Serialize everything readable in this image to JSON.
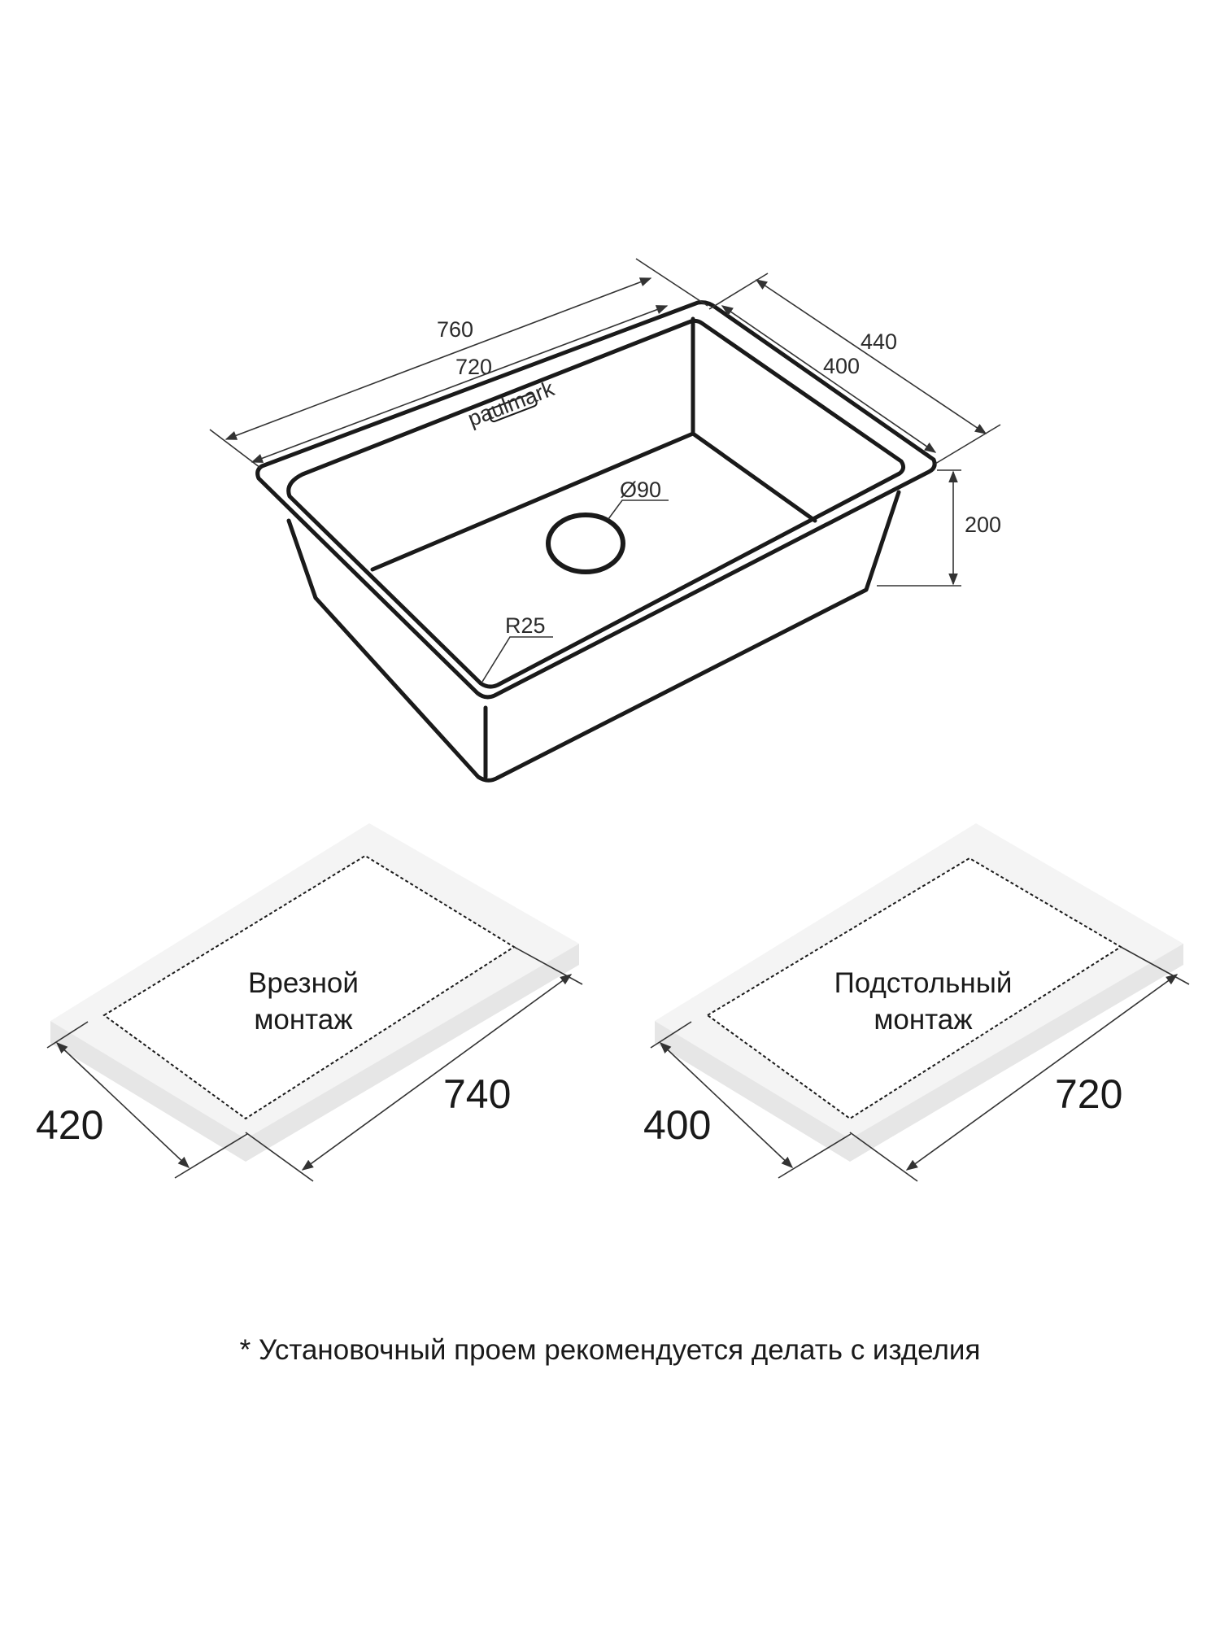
{
  "sink": {
    "dimensions": {
      "outer_length": "760",
      "inner_length": "720",
      "outer_width": "440",
      "inner_width": "400",
      "depth": "200",
      "drain_diameter": "Ø90",
      "corner_radius": "R25"
    },
    "brand_plate": "paulmark"
  },
  "cutouts": {
    "top_mount": {
      "label_line1": "Врезной",
      "label_line2": "монтаж",
      "width": "420",
      "length": "740"
    },
    "undermount": {
      "label_line1": "Подстольный",
      "label_line2": "монтаж",
      "width": "400",
      "length": "720"
    }
  },
  "footnote": "* Установочный проем рекомендуется делать с изделия",
  "colors": {
    "line": "#1a1a1a",
    "slab_top": "#f4f4f4",
    "slab_side": "#e6e6e6"
  }
}
